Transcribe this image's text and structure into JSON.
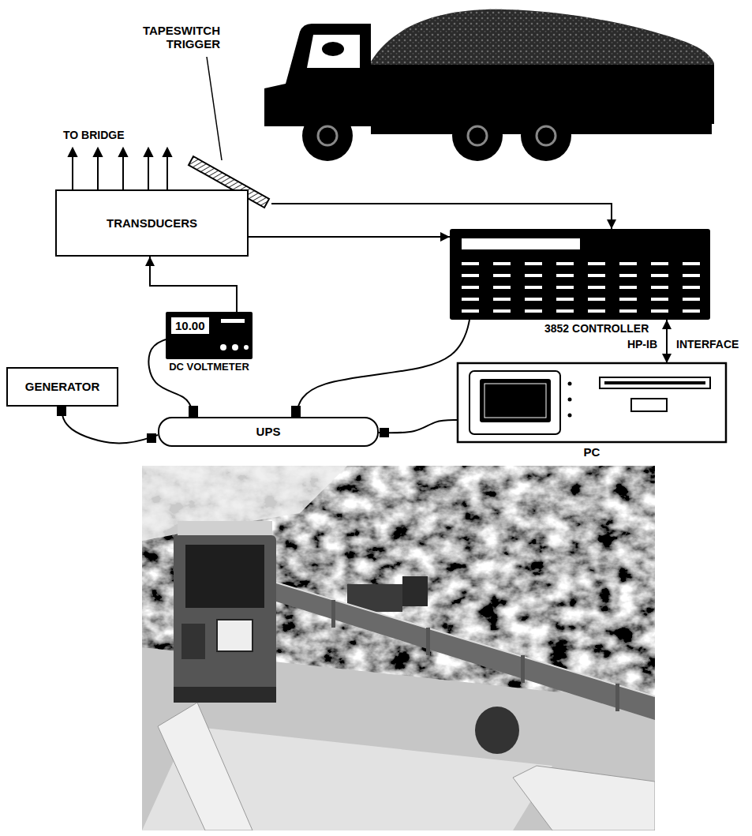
{
  "diagram": {
    "nodes": [
      {
        "text": [
          "TAPESWITCH TRIGGER"
        ]
      },
      {
        "text": [
          "TRANSDUCERS"
        ]
      },
      {
        "text": [
          "3852 CONTROLLER"
        ]
      },
      {
        "text": [
          "10.00",
          "DC VOLTMETER"
        ]
      },
      {
        "text": [
          "GENERATOR"
        ]
      },
      {
        "text": [
          "UPS"
        ]
      },
      {
        "text": [
          "PC"
        ]
      }
    ],
    "edges": [
      {
        "from": 0,
        "to": 2,
        "arrow": "to"
      },
      {
        "from": 1,
        "to": 2,
        "arrow": "to"
      },
      {
        "from": 3,
        "to": 1,
        "arrow": "to"
      },
      {
        "from": 2,
        "to": 6,
        "arrow": "both",
        "label": "HP-IB"
      },
      {
        "from": 4,
        "to": 5,
        "arrow": "none"
      },
      {
        "from": 5,
        "to": 3,
        "arrow": "none"
      },
      {
        "from": 5,
        "to": 2,
        "arrow": "none"
      },
      {
        "from": 5,
        "to": 6,
        "arrow": "none"
      }
    ],
    "labels": [
      "TO BRIDGE",
      "INTERFACE"
    ]
  }
}
